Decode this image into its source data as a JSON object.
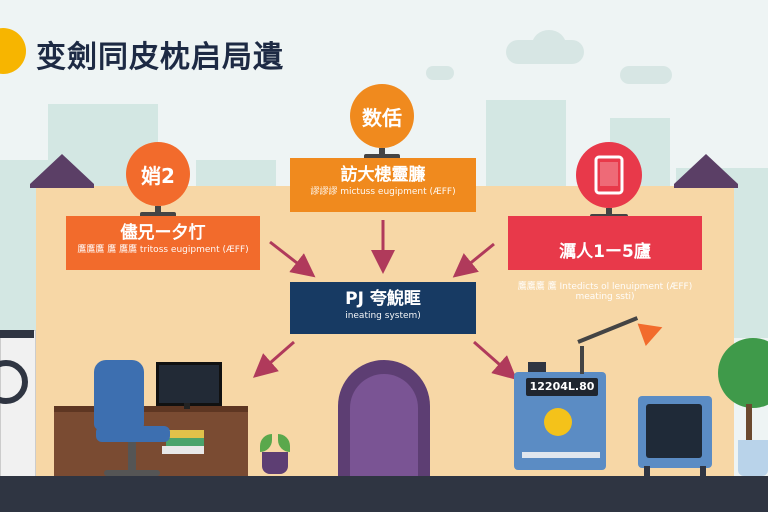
{
  "header": {
    "title": "变劍同皮枕启局遺"
  },
  "nodes": {
    "top_circle_label": "数佸",
    "left_circle_label": "娋2",
    "top_box": {
      "title": "訪大槵靈臁",
      "subtitle": "謬謬謬 mictuss eugipment (ÆFF)"
    },
    "left_box": {
      "title": "儘兄ー夕忊",
      "subtitle": "鷹鷹鷹 鷹 鷹鷹 tritoss eugipment (ÆFF)"
    },
    "right_box": {
      "title": "濿人1ー5廬",
      "subtitle": "鷹鷹鷹 鷹 Intedicts ol lenuipment (ÆFF)\nmeating ssti)"
    },
    "center_box": {
      "title": "PJ 夸鯢眶",
      "subtitle": "ineating system)"
    }
  },
  "machine_display": "12204L.80",
  "colors": {
    "orange": "#f08a1e",
    "orange_red": "#f26b2c",
    "red": "#e8394a",
    "navy": "#173a63",
    "arrow": "#b03a5b"
  },
  "icons": [
    "tablet-icon"
  ]
}
